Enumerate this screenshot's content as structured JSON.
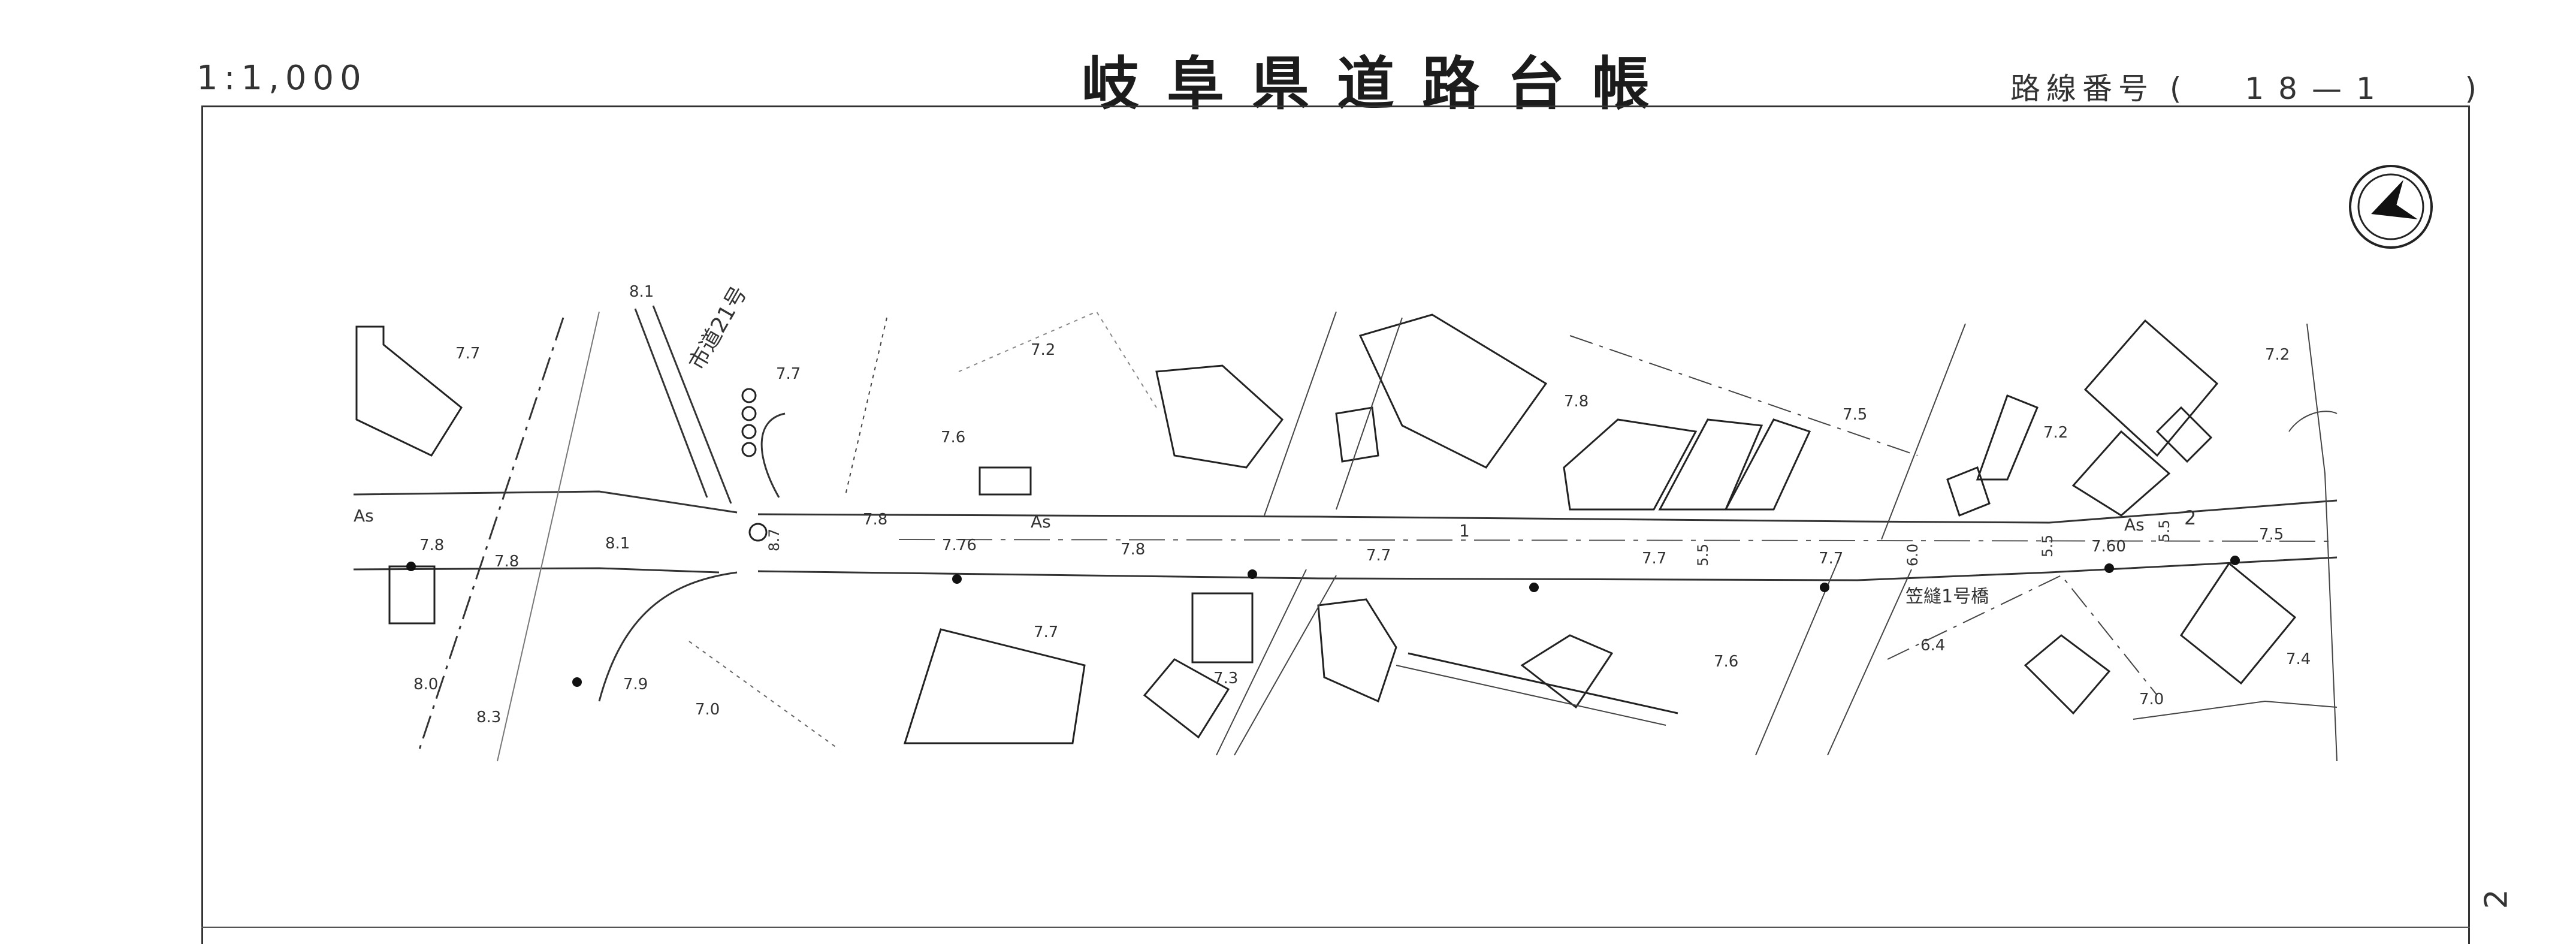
{
  "header": {
    "scale": "1:1,000",
    "title": "岐阜県道路台帳",
    "route_label": "路線番号",
    "route_open": "(",
    "route_value": "18—1",
    "route_close": ")"
  },
  "page_number": "2",
  "map": {
    "road_surface": "As",
    "side_road_name": "市道21号",
    "bridge_name": "笠縫1号橋",
    "elevations": [
      "7.7",
      "7.7",
      "7.2",
      "8.1",
      "7.6",
      "7.8",
      "7.5",
      "7.2",
      "7.2",
      "7.8",
      "7.8",
      "8.1",
      "7.8",
      "7.76",
      "7.8",
      "7.7",
      "7.7",
      "7.7",
      "7.60",
      "7.5",
      "8.0",
      "8.3",
      "7.9",
      "7.0",
      "7.7",
      "7.3",
      "7.6",
      "6.4",
      "7.0",
      "7.4"
    ],
    "widths": [
      "8.7",
      "5.5",
      "6.0",
      "5.5",
      "5.5"
    ],
    "markers": [
      "1",
      "2"
    ]
  }
}
